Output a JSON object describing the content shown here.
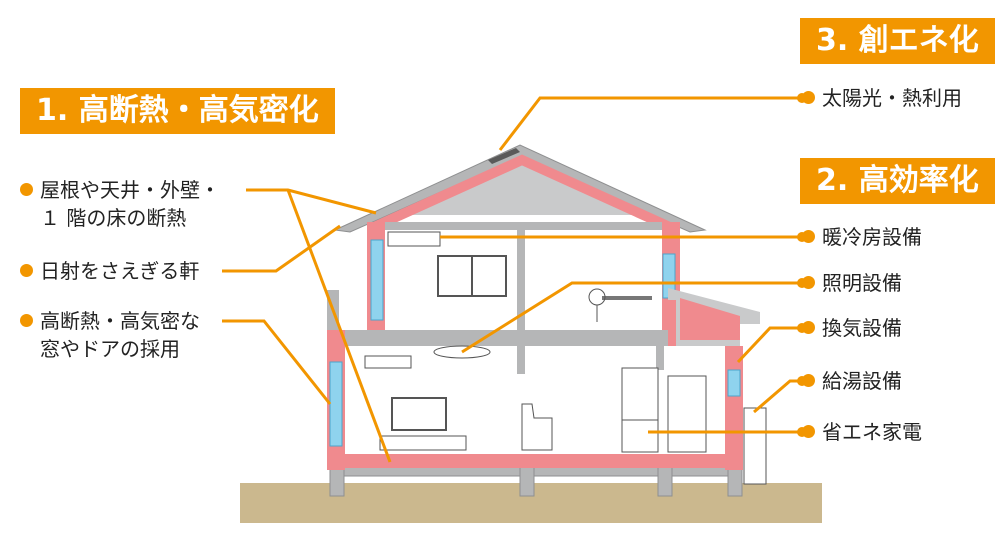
{
  "badges": {
    "insulation": "1. 高断熱・高気密化",
    "efficiency": "2. 高効率化",
    "generation": "3. 創エネ化"
  },
  "left_labels": {
    "roof_insulation": [
      "屋根や天井・外壁・",
      "１ 階の床の断熱"
    ],
    "eaves": "日射をさえぎる軒",
    "windows": [
      "高断熱・高気密な",
      "窓やドアの採用"
    ]
  },
  "right_labels": {
    "solar": "太陽光・熱利用",
    "hvac": "暖冷房設備",
    "lighting": "照明設備",
    "ventilation": "換気設備",
    "water_heater": "給湯設備",
    "appliances": "省エネ家電"
  },
  "colors": {
    "accent": "#F29600",
    "insulation": "#F08A8E",
    "structure": "#B5B6B7",
    "ground": "#CBB88E",
    "window": "#8FD3EE"
  }
}
